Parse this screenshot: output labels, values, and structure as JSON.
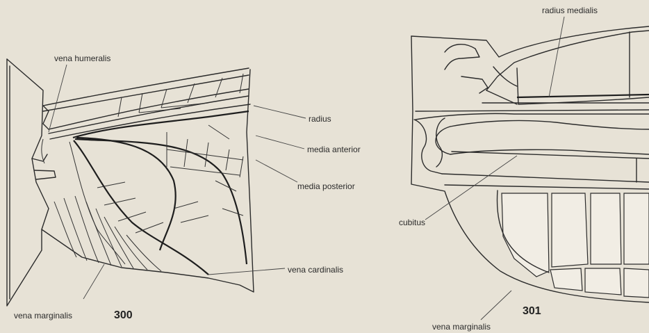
{
  "figures": [
    {
      "number": "300",
      "labels": {
        "vena_humeralis": "vena humeralis",
        "radius": "radius",
        "media_anterior": "media anterior",
        "media_posterior": "media posterior",
        "vena_cardinalis": "vena cardinalis",
        "vena_marginalis": "vena marginalis"
      }
    },
    {
      "number": "301",
      "labels": {
        "radius_medialis": "radius medialis",
        "cubitus": "cubitus",
        "vena_marginalis": "vena marginalis"
      }
    }
  ]
}
